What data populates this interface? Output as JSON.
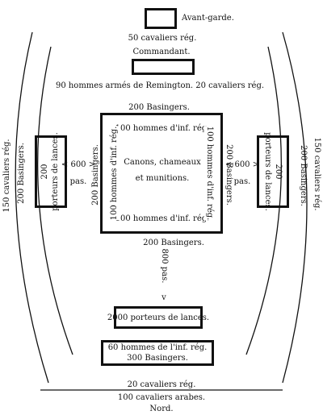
{
  "diagram": {
    "avant_garde": "Avant-garde.",
    "avant_garde_sub": "50 cavaliers rég.",
    "commandant": "Commandant.",
    "remington": "90 hommes armés de Remington. 20 cavaliers rég.",
    "basingers_top": "200 Basingers.",
    "basingers_bottom": "200 Basingers.",
    "inf_top": "100 hommes d'inf. rég.",
    "inf_bottom": "100 hommes d'inf. rég.",
    "inf_left": "100 hommes d'inf. rég.",
    "inf_right": "100 hommes d'inf. rég.",
    "center_line1": "Canons, chameaux",
    "center_line2": "et munitions.",
    "basingers_left_mid": "200 Basingers.",
    "basingers_right_mid": "200 Basingers.",
    "left_lancers_num": "200",
    "left_lancers_text": "porteurs de lances.",
    "right_lancers_num": "200",
    "right_lancers_text": "porteurs de lances.",
    "dist_left": "< 600 >",
    "dist_left_unit": "pas.",
    "dist_right": "< 600 >",
    "dist_right_unit": "pas.",
    "basingers_outer_left": "200 Basingers.",
    "basingers_outer_right": "200 Basingers.",
    "cav_outer_left": "150 cavaliers rég.",
    "cav_outer_right": "150 cavaliers rég.",
    "dist_vertical": "800 pas.",
    "arrow_down": "v",
    "rear_lancers": "2000 porteurs de lances.",
    "rear_inf": "60 hommes de l'inf. rég.",
    "rear_basingers": "300 Basingers.",
    "cav_rear": "20 cavaliers rég.",
    "cav_arabes": "100 cavaliers arabes.",
    "nord": "Nord."
  }
}
